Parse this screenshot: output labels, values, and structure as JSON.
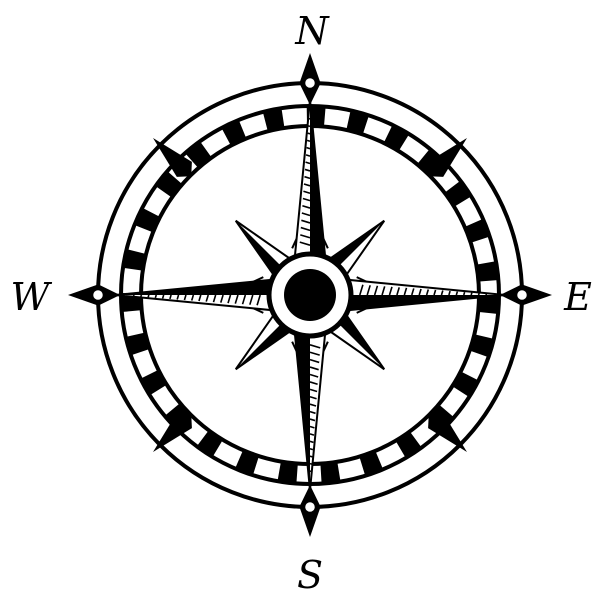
{
  "compass": {
    "labels": {
      "north": "N",
      "east": "E",
      "south": "S",
      "west": "W"
    },
    "colors": {
      "ink": "#000000",
      "paper": "#ffffff"
    }
  }
}
